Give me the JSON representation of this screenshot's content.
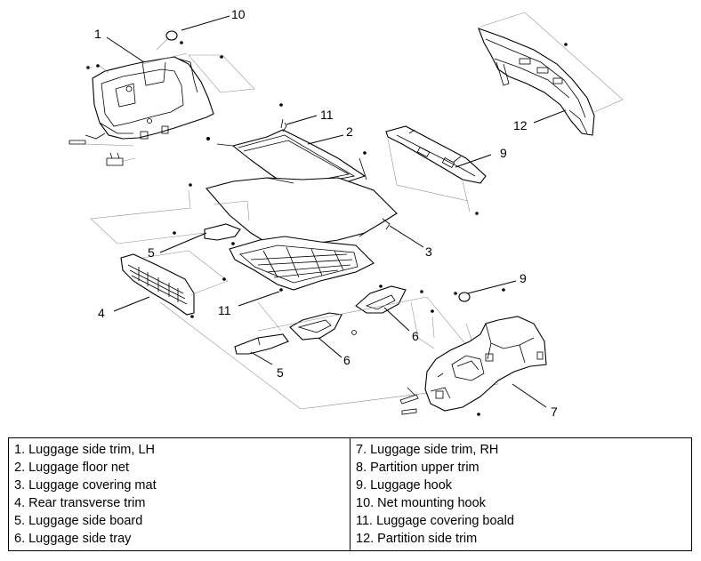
{
  "callouts": {
    "c1": "1",
    "c2": "2",
    "c3": "3",
    "c4": "4",
    "c5a": "5",
    "c5b": "5",
    "c6a": "6",
    "c6b": "6",
    "c7": "7",
    "c9a": "9",
    "c9b": "9",
    "c10": "10",
    "c11a": "11",
    "c11b": "11",
    "c12": "12"
  },
  "legend": {
    "left": [
      "1. Luggage side trim, LH",
      "2. Luggage floor net",
      "3. Luggage covering mat",
      "4. Rear transverse trim",
      "5. Luggage side board",
      "6. Luggage side tray"
    ],
    "right": [
      "7. Luggage side trim, RH",
      "8. Partition upper trim",
      "9. Luggage hook",
      "10. Net mounting hook",
      "11. Luggage covering boald",
      "12. Partition side trim"
    ]
  }
}
